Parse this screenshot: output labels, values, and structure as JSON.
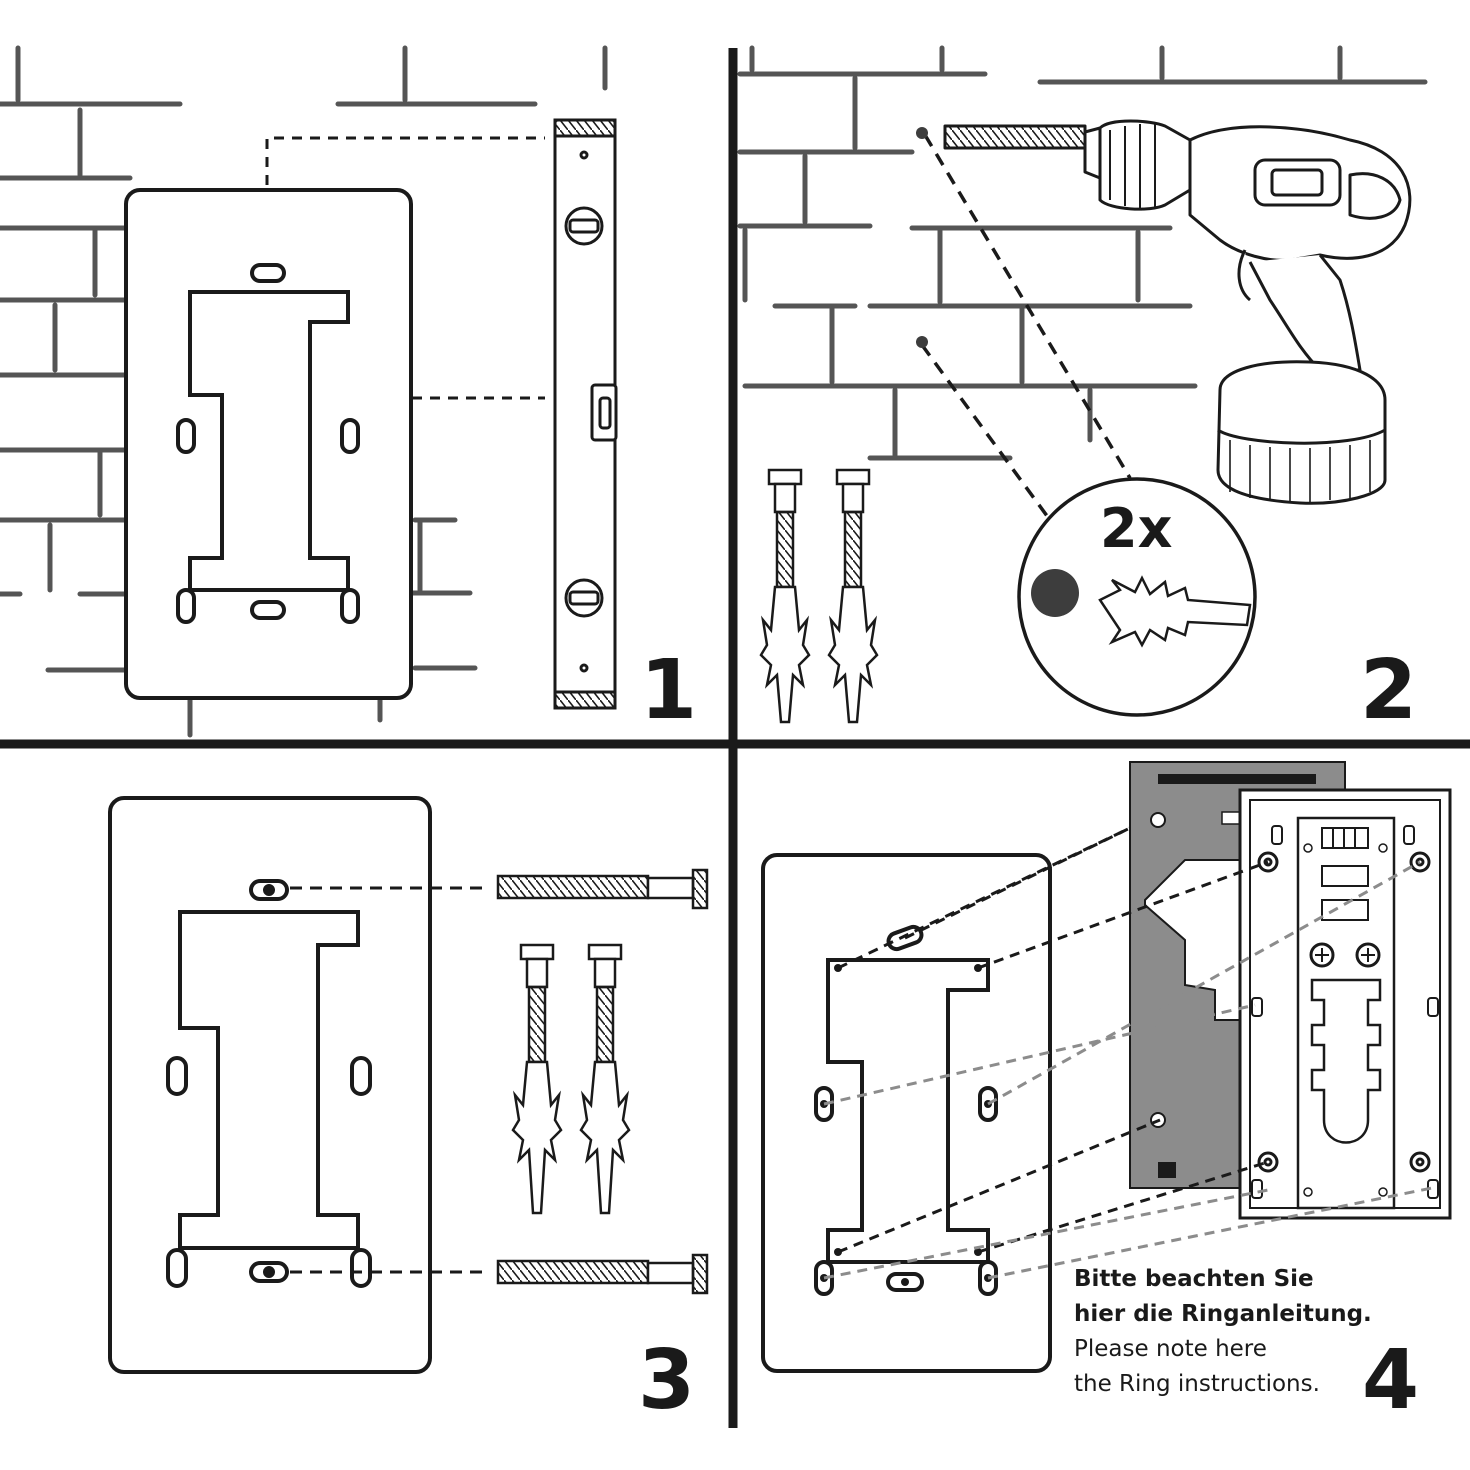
{
  "steps": [
    {
      "number": "1"
    },
    {
      "number": "2",
      "drill_badge": "2x"
    },
    {
      "number": "3"
    },
    {
      "number": "4"
    }
  ],
  "note": {
    "de_line1": "Bitte beachten Sie",
    "de_line2": "hier die Ringanleitung.",
    "en_line1": "Please note here",
    "en_line2": "the Ring instructions."
  },
  "colors": {
    "ink": "#1a1a1a",
    "brick_line": "#555555",
    "ring_plate": "#8c8c8c",
    "drill_hole": "#3d3d3d"
  },
  "icons": [
    "spirit-level-icon",
    "drill-icon",
    "wall-plug-icon",
    "screw-icon",
    "mounting-plate-icon",
    "ring-bracket-icon"
  ]
}
